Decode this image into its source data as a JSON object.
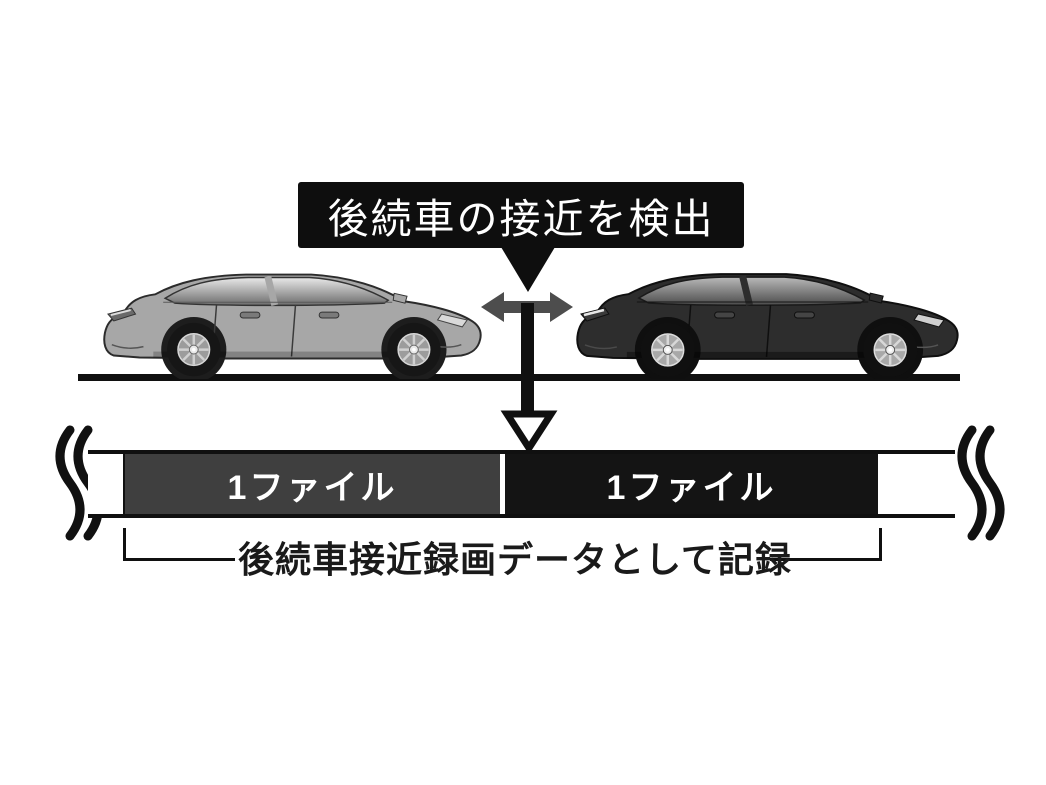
{
  "diagram": {
    "callout": {
      "label": "後続車の接近を検出"
    },
    "timeline": {
      "segments": [
        {
          "label": "1ファイル",
          "color": "#3f3f3f"
        },
        {
          "label": "1ファイル",
          "color": "#141414"
        }
      ],
      "bracket_label": "後続車接近録画データとして記録"
    },
    "icons": {
      "left_car": "gray-sedan-side-view",
      "right_car": "black-sedan-side-view",
      "gap_arrow": "double-headed-horizontal-arrow",
      "callout_pointer": "callout-pointer-down",
      "down_arrow": "hollow-down-arrow",
      "break_marks": "timeline-break-squiggle"
    },
    "colors": {
      "callout_bg": "#0e0e0e",
      "callout_text": "#ffffff",
      "segment_gray": "#3f3f3f",
      "segment_black": "#141414",
      "segment_text": "#ffffff",
      "gap_arrow_gray": "#4d4d4d",
      "line_black": "#101010",
      "background": "#ffffff"
    }
  }
}
